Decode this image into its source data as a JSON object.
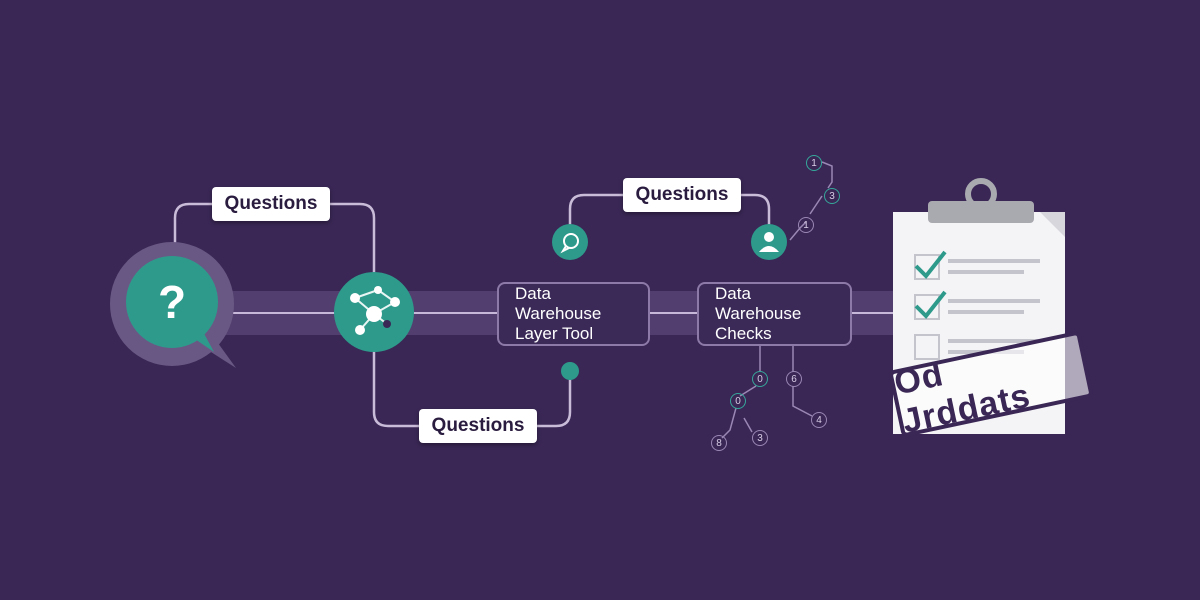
{
  "labels": {
    "top_left": "Questions",
    "top_right": "Questions",
    "bottom": "Questions"
  },
  "boxes": {
    "layer_tool": [
      "Data Warehouse",
      "Layer Tool"
    ],
    "checks": [
      "Data Warehouse",
      "Checks"
    ]
  },
  "numbers": {
    "n1": "1",
    "n2": "3",
    "n3": "1",
    "n4": "0",
    "n5": "6",
    "n6": "0",
    "n7": "8",
    "n8": "3",
    "n9": "4"
  },
  "stamp": "Od Jrddats",
  "colors": {
    "background": "#3a2755",
    "teal": "#2e9a8c",
    "line": "#b8a8cc",
    "band": "#5b4878"
  },
  "icons": {
    "question": "question-bubble-icon",
    "network": "network-graph-icon",
    "chat": "chat-bubble-icon",
    "user": "user-icon",
    "clipboard": "clipboard-checklist-icon"
  }
}
